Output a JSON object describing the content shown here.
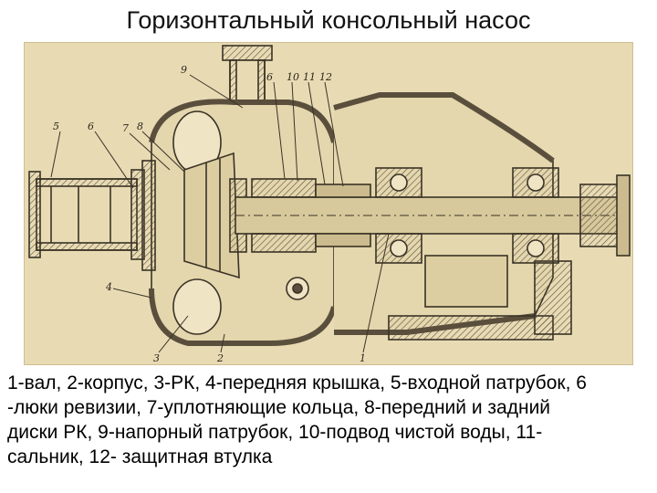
{
  "slide": {
    "title": "Горизонтальный консольный насос",
    "caption_lines": [
      "1-вал, 2-корпус, 3-РК, 4-передняя крышка, 5-входной патрубок, 6",
      "-люки ревизии, 7-уплотняющие кольца, 8-передний и задний",
      "диски РК, 9-напорный патрубок, 10-подвод чистой воды, 11-",
      "сальник, 12- защитная втулка"
    ]
  },
  "drawing": {
    "paper_color": "#e8dbb4",
    "ink_color": "#3a3326",
    "hatch_color": "#5a4f3c",
    "callouts": {
      "n1": "1",
      "n2": "2",
      "n3": "3",
      "n4": "4",
      "n5": "5",
      "n6": "6",
      "n7": "7",
      "n8": "8",
      "n9": "9",
      "n10": "10",
      "n11": "11",
      "n12": "12"
    }
  }
}
